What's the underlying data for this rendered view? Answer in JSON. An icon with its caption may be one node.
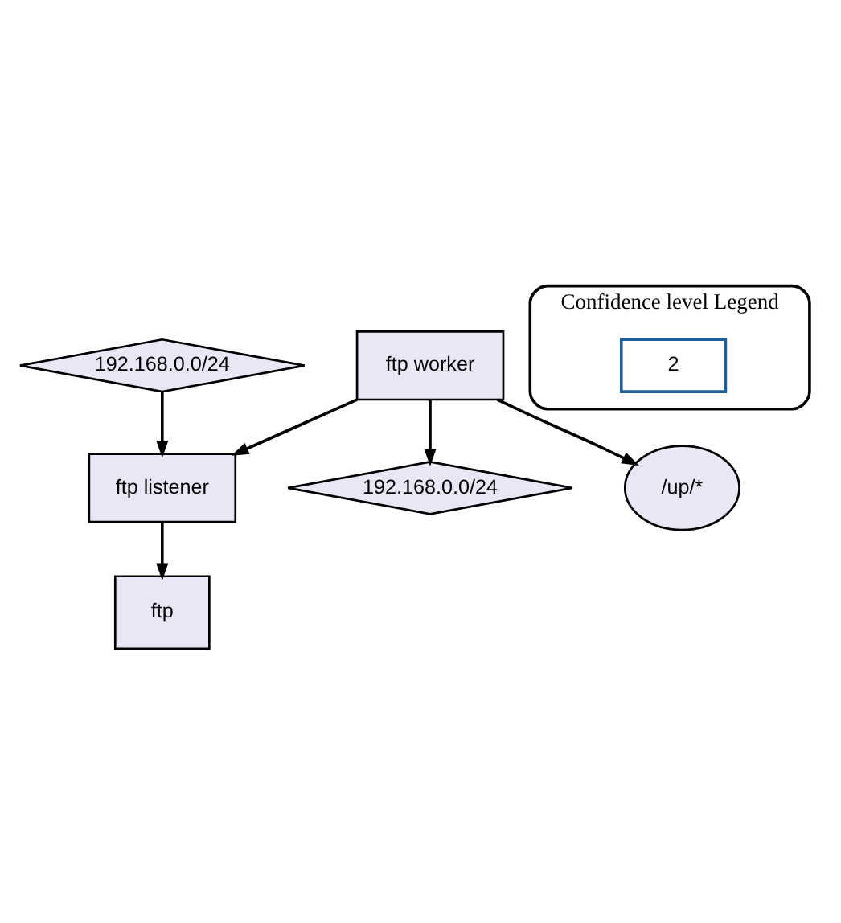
{
  "diagram": {
    "nodes": [
      {
        "text": [
          "192.168.0.0/24"
        ]
      },
      {
        "text": [
          "ftp"
        ]
      },
      {
        "text": [
          "ftp listener"
        ]
      },
      {
        "text": [
          "ftp worker"
        ]
      },
      {
        "text": [
          "192.168.0.0/24"
        ]
      },
      {
        "text": [
          "/up/*"
        ]
      },
      {
        "text": [
          "Confidence level Legend"
        ]
      },
      {
        "text": [
          "2"
        ],
        "in": 6
      }
    ],
    "edges": [
      {
        "from": 0,
        "to": 2,
        "arrow": "to"
      },
      {
        "from": 2,
        "to": 1,
        "arrow": "to"
      },
      {
        "from": 3,
        "to": 2,
        "arrow": "to"
      },
      {
        "from": 3,
        "to": 4,
        "arrow": "to"
      },
      {
        "from": 3,
        "to": 5,
        "arrow": "to"
      }
    ]
  }
}
